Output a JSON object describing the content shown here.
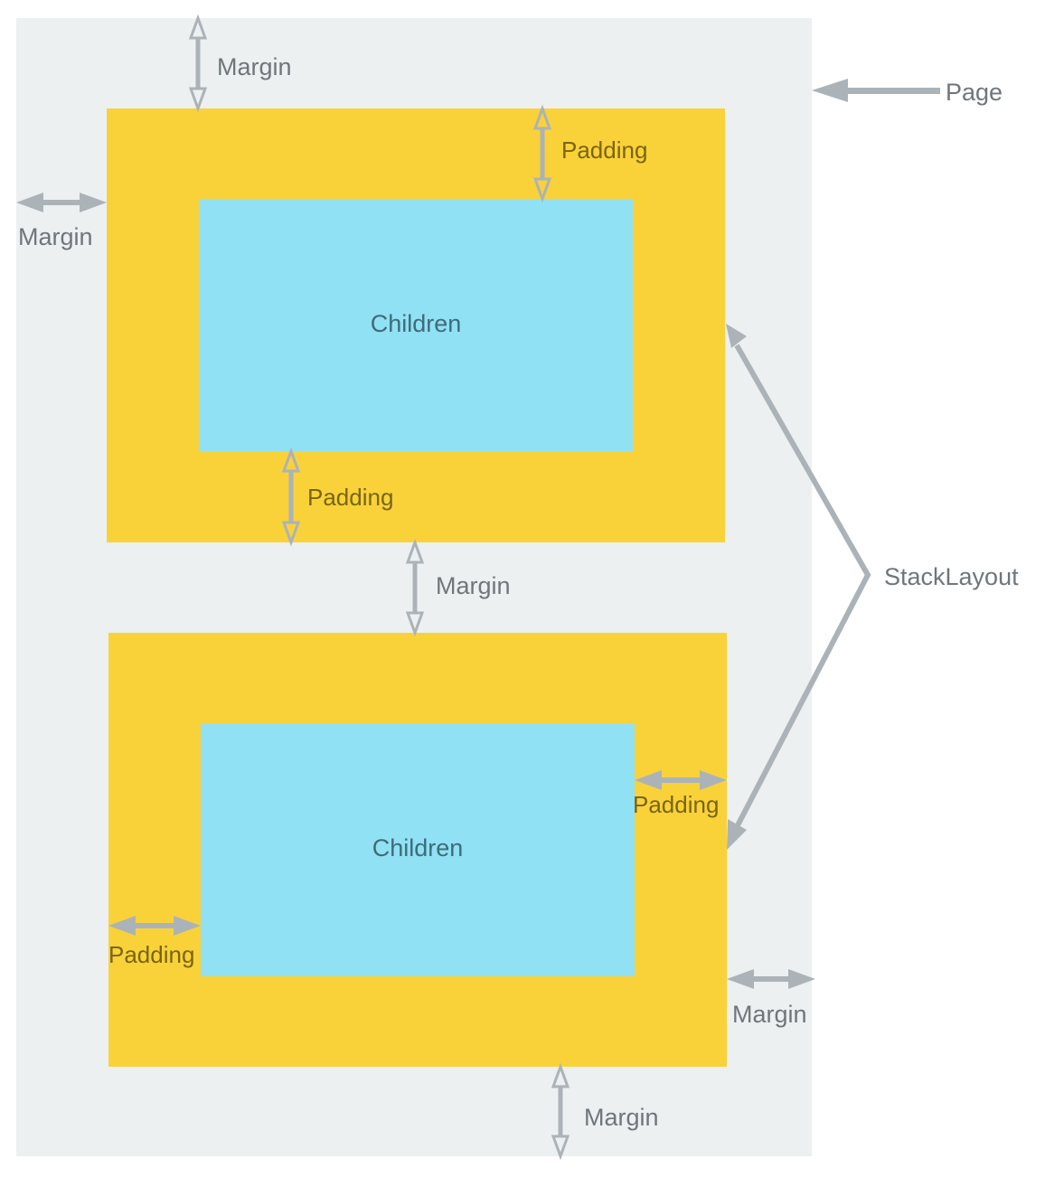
{
  "labels": {
    "page": "Page",
    "stack_layout": "StackLayout",
    "children_top": "Children",
    "children_bottom": "Children",
    "margin_top": "Margin",
    "margin_left": "Margin",
    "margin_between": "Margin",
    "margin_right": "Margin",
    "margin_bottom": "Margin",
    "padding_top_top": "Padding",
    "padding_top_bottom": "Padding",
    "padding_bottom_right": "Padding",
    "padding_bottom_left": "Padding"
  },
  "colors": {
    "page": "#ecf0f1",
    "stack_layout": "#f9d23a",
    "children": "#90e1f4",
    "arrow": "#abb3b9"
  }
}
